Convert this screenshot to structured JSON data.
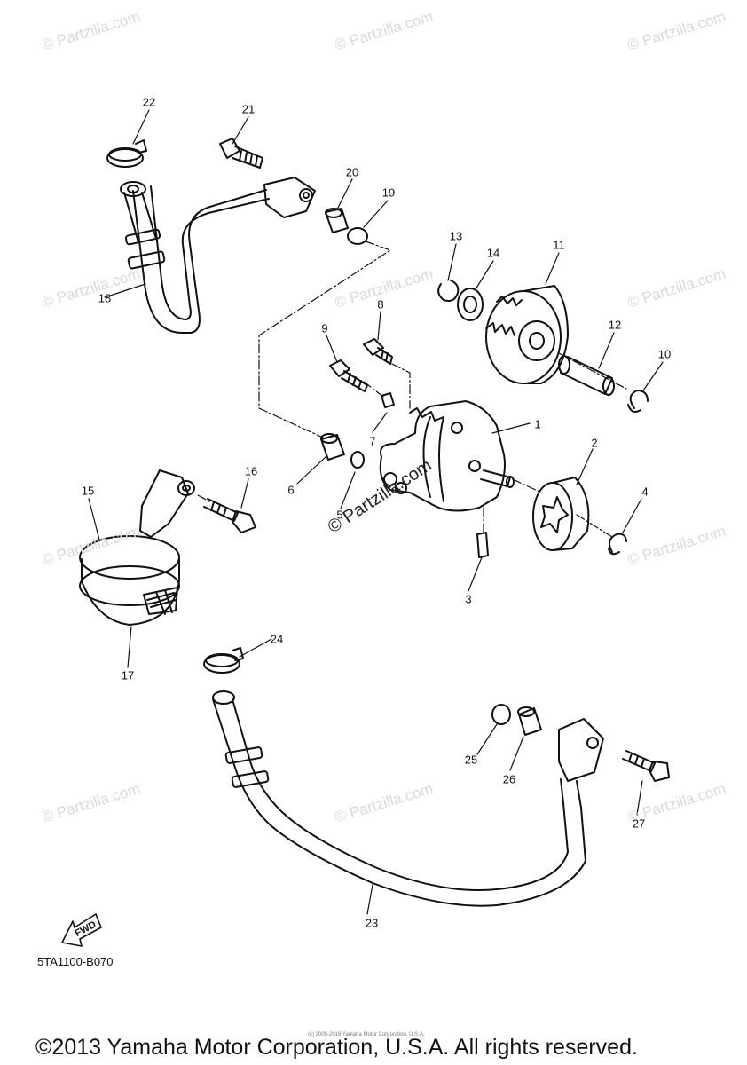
{
  "watermark_text": "© Partzilla.com",
  "center_watermark": "© Partzilla.com",
  "callouts": [
    "1",
    "2",
    "3",
    "4",
    "5",
    "6",
    "7",
    "8",
    "9",
    "10",
    "11",
    "12",
    "13",
    "14",
    "15",
    "16",
    "17",
    "18",
    "19",
    "20",
    "21",
    "22",
    "23",
    "24",
    "25",
    "26",
    "27"
  ],
  "fwd_label": "FWD",
  "diagram_code": "5TA1100-B070",
  "small_copyright": "(c) 2005-2016 Yamaha Motor Corporation, U.S.A.",
  "copyright": "©2013 Yamaha Motor Corporation, U.S.A. All rights reserved."
}
